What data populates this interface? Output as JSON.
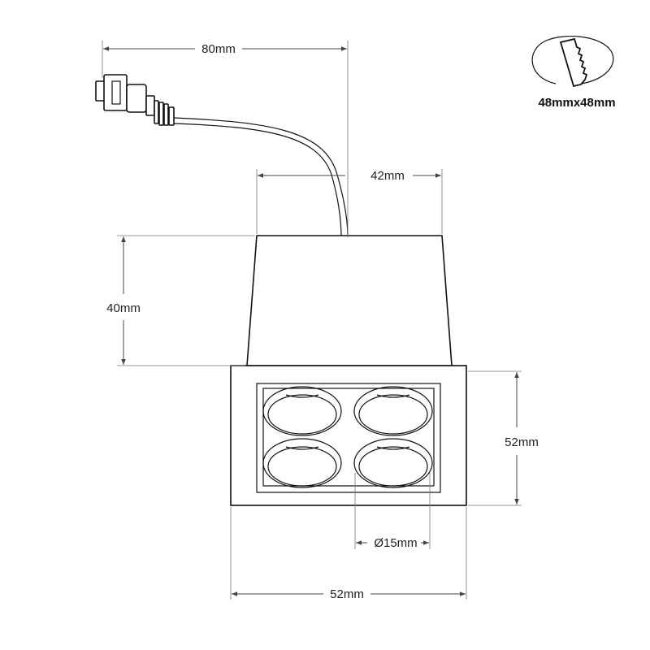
{
  "dimensions": {
    "cable_length": "80mm",
    "housing_width": "42mm",
    "housing_depth": "40mm",
    "frame_height": "52mm",
    "frame_width": "52mm",
    "lens_diameter": "Ø15mm"
  },
  "cutout": {
    "label": "48mmx48mm",
    "icon": "saw-cutout-icon"
  },
  "colors": {
    "line": "#111111",
    "dimension_line": "#444444",
    "background": "#ffffff"
  }
}
